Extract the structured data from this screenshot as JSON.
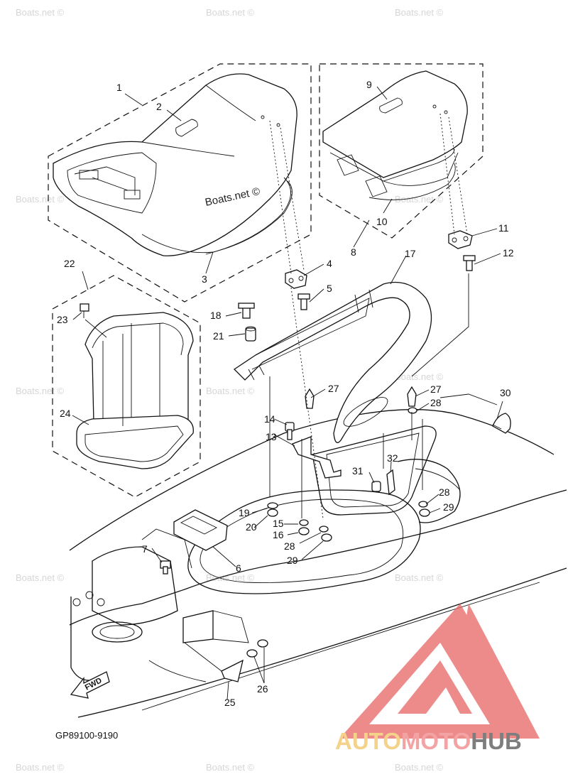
{
  "diagram": {
    "part_code": "GP89100-9190",
    "fwd_label": "FWD",
    "watermark_main": "Boats.net ©",
    "watermark_small": "Boats.net ©",
    "brand": {
      "part1": "AUTO",
      "part2": "MOTO",
      "part3": "HUB"
    },
    "colors": {
      "brand_red": "#e86a6a",
      "brand_yellow": "#f2c66a",
      "brand_gray": "#5a5a5a",
      "line": "#111111"
    },
    "callouts": {
      "c1": "1",
      "c2": "2",
      "c3": "3",
      "c4": "4",
      "c5": "5",
      "c6": "6",
      "c7": "7",
      "c8": "8",
      "c9": "9",
      "c10": "10",
      "c11": "11",
      "c12": "12",
      "c13": "13",
      "c14": "14",
      "c15": "15",
      "c16": "16",
      "c17": "17",
      "c18": "18",
      "c19": "19",
      "c20": "20",
      "c21": "21",
      "c22": "22",
      "c23": "23",
      "c24": "24",
      "c25": "25",
      "c26": "26",
      "c27a": "27",
      "c27b": "27",
      "c28a": "28",
      "c28b": "28",
      "c28c": "28",
      "c29a": "29",
      "c29b": "29",
      "c30": "30",
      "c31": "31",
      "c32": "32"
    }
  }
}
